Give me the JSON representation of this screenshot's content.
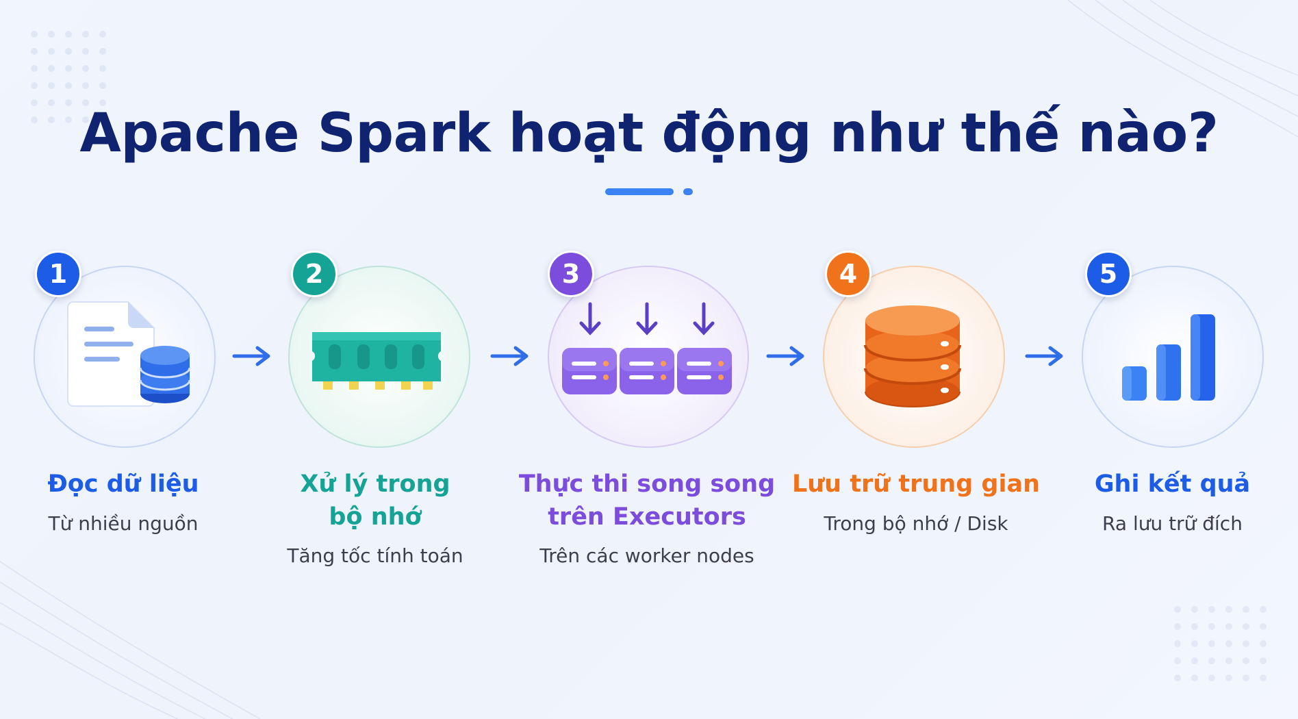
{
  "title": "Apache Spark hoạt động như thế nào?",
  "colors": {
    "title": "#0f2370",
    "accent": "#3b82f6",
    "step1": "#1d5ce6",
    "step2": "#14a394",
    "step3": "#7c4ddc",
    "step4": "#f0731c",
    "step5": "#1d5ce6"
  },
  "steps": [
    {
      "number": "1",
      "label_line1": "Đọc dữ liệu",
      "label_line2": "",
      "sub": "Từ nhiều nguồn",
      "icon": "document-database-icon"
    },
    {
      "number": "2",
      "label_line1": "Xử lý trong",
      "label_line2": "bộ nhớ",
      "sub": "Tăng tốc tính toán",
      "icon": "memory-chip-icon"
    },
    {
      "number": "3",
      "label_line1": "Thực thi song song",
      "label_line2": "trên Executors",
      "sub": "Trên các worker nodes",
      "icon": "executors-icon"
    },
    {
      "number": "4",
      "label_line1": "Lưu trữ trung gian",
      "label_line2": "",
      "sub": "Trong bộ nhớ / Disk",
      "icon": "database-icon"
    },
    {
      "number": "5",
      "label_line1": "Ghi kết quả",
      "label_line2": "",
      "sub": "Ra lưu trữ đích",
      "icon": "bar-chart-icon"
    }
  ]
}
